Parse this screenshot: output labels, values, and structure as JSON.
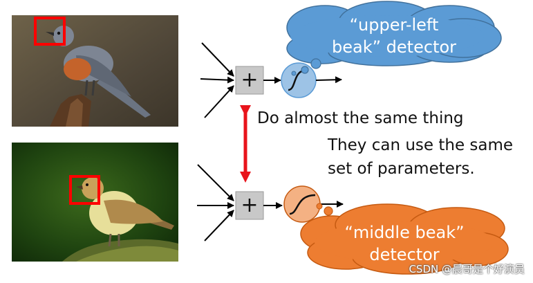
{
  "clouds": {
    "top": {
      "line1": "“upper-left",
      "line2": "beak” detector",
      "color": "#5b9bd5"
    },
    "bottom": {
      "line1": "“middle beak”",
      "line2": "detector",
      "color": "#ed7d31"
    }
  },
  "sum_symbol": "+",
  "texts": {
    "same_thing": "Do almost the same thing",
    "params_line1": "They can use the same",
    "params_line2": "set of parameters."
  },
  "watermark": "CSDN @晨哥是个好演员",
  "colors": {
    "highlight_box": "#ff0000",
    "double_arrow": "#e8141b",
    "neuron_top": "#9dc3e6",
    "neuron_bottom": "#f4b183",
    "sum_box": "#c8c8c8"
  }
}
